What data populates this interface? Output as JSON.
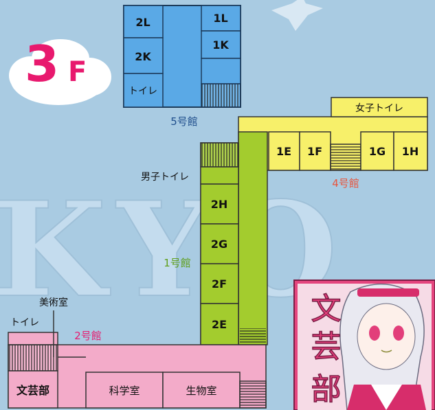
{
  "floor": {
    "number": "3",
    "unit": "F"
  },
  "watermark": "KYO",
  "buildings": {
    "b5": {
      "name": "5号館",
      "rooms": {
        "r2L": "2L",
        "r2K": "2K",
        "toilet": "トイレ",
        "r1L": "1L",
        "r1K": "1K"
      }
    },
    "b4": {
      "name": "4号館",
      "rooms": {
        "r1E": "1E",
        "r1F": "1F",
        "r1G": "1G",
        "r1H": "1H",
        "womens_toilet": "女子トイレ"
      }
    },
    "b1": {
      "name": "1号館",
      "rooms": {
        "r2H": "2H",
        "r2G": "2G",
        "r2F": "2F",
        "r2E": "2E",
        "mens_toilet": "男子トイレ"
      }
    },
    "b2": {
      "name": "2号館",
      "rooms": {
        "bungeibu": "文芸部",
        "science": "科学室",
        "biology": "生物室",
        "art": "美術室",
        "toilet": "トイレ"
      }
    }
  },
  "poster": {
    "title": "文芸部"
  },
  "colors": {
    "background": "#a9cbe2",
    "b5": "#5aa9e6",
    "b4": "#f7f06a",
    "b1": "#a3cc2e",
    "b2": "#f3abc9",
    "floor_label": "#e8196e",
    "b5_label": "#1f4e8c",
    "b4_label": "#e8543c",
    "b1_label": "#5e9e1a",
    "b2_label": "#e8196e"
  }
}
